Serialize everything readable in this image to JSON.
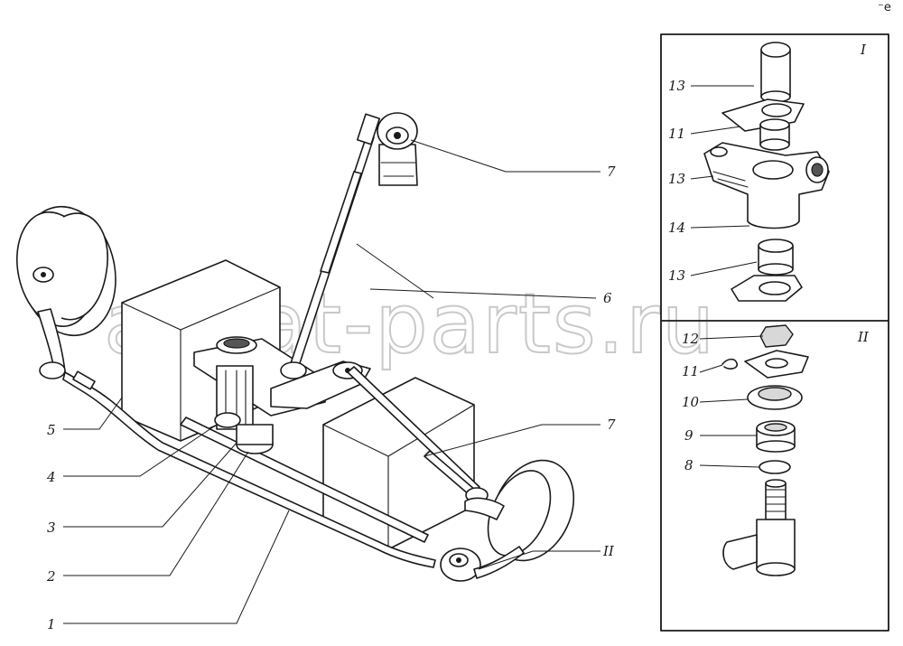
{
  "watermark": "ansat-parts.ru",
  "corner_mark": "⁻e",
  "labels": {
    "l1": "1",
    "l2": "2",
    "l3": "3",
    "l4": "4",
    "l5": "5",
    "l6": "6",
    "l7a": "7",
    "l7b": "7",
    "lII_main": "II",
    "panel_I": "I",
    "panel_II": "II",
    "p13a": "13",
    "p11a": "11",
    "p13b": "13",
    "p14": "14",
    "p13c": "13",
    "p12": "12",
    "p11b": "11",
    "p10": "10",
    "p9": "9",
    "p8": "8"
  }
}
